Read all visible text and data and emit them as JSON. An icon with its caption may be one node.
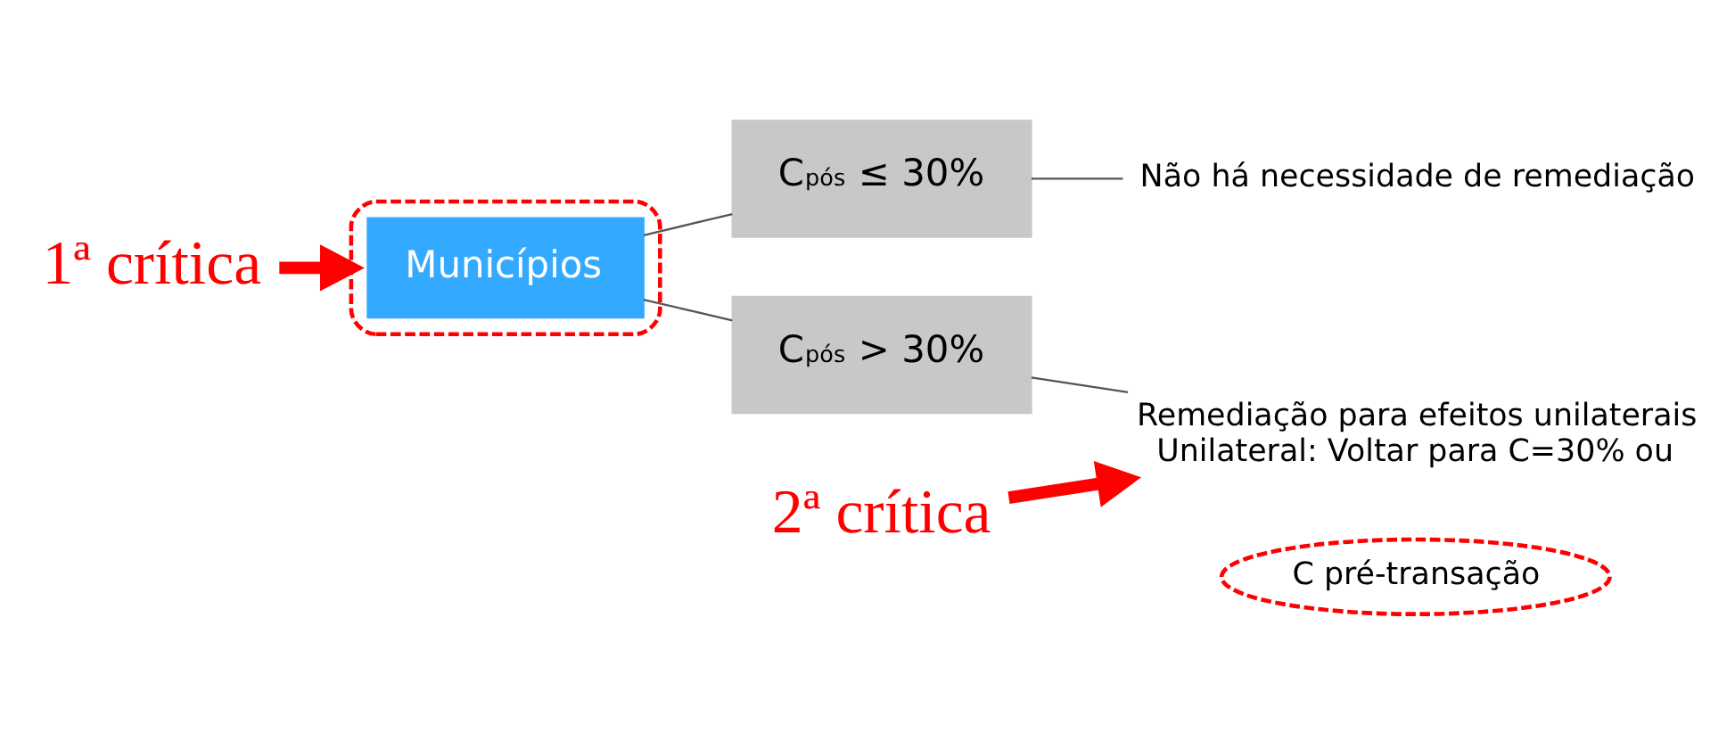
{
  "diagram": {
    "nodes": [
      {
        "text": [
          "1ª crítica"
        ]
      },
      {
        "text": [],
        "shape": "ellipse"
      },
      {
        "text": [
          "Municípios"
        ],
        "in": 1
      },
      {
        "text": [
          "C$_{pós}$ ≤ 30%"
        ]
      },
      {
        "text": [
          "Não há necessidade de remediação"
        ]
      },
      {
        "text": [
          "C$_{pós}$ > 30%"
        ]
      },
      {
        "text": [
          "2ª crítica"
        ]
      },
      {
        "text": [
          "Remediação para efeitos unilaterais",
          "Unilateral: Voltar para C=30% ou"
        ]
      },
      {
        "text": [
          "C pré-transação"
        ]
      }
    ],
    "edges": [
      {
        "from": 0,
        "to": 1,
        "arrow": "to",
        "style": "thick",
        "color": "#ff0000"
      },
      {
        "from": 2,
        "to": 3,
        "arrow": "none"
      },
      {
        "from": 2,
        "to": 5,
        "arrow": "none"
      },
      {
        "from": 3,
        "to": 4,
        "arrow": "none"
      },
      {
        "from": 5,
        "to": 7,
        "arrow": "none"
      },
      {
        "from": 6,
        "to": 7,
        "arrow": "to",
        "style": "thick",
        "color": "#ff0000"
      }
    ]
  }
}
